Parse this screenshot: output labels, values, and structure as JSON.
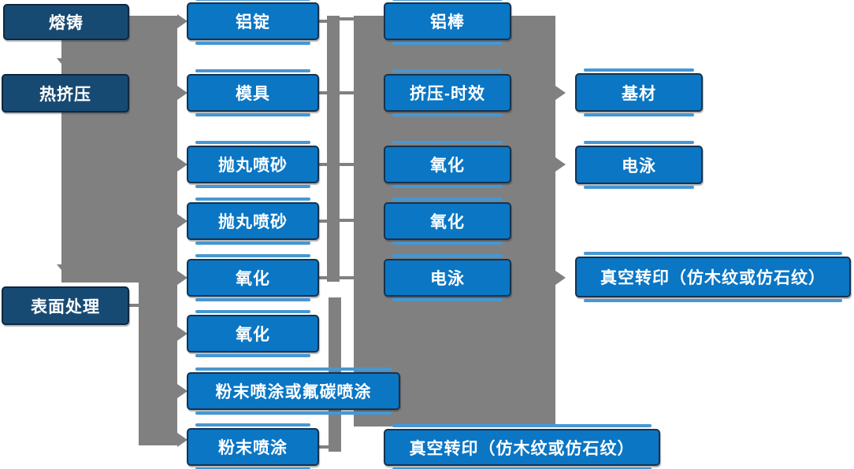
{
  "colors": {
    "dark_node": "#174a73",
    "dark_node_border": "#0d2740",
    "light_node": "#0a76c4",
    "light_node_border": "#16324f",
    "accent_strip": "#4697d3",
    "connector": "#808080",
    "node_text": "#ffffff",
    "canvas_bg": "#ffffff"
  },
  "nodes": {
    "melting": {
      "label": "熔铸"
    },
    "hot_extrusion": {
      "label": "热挤压"
    },
    "surface_treatment": {
      "label": "表面处理"
    },
    "aluminum_ingot": {
      "label": "铝锭"
    },
    "mold": {
      "label": "模具"
    },
    "shot_blasting_1": {
      "label": "抛丸喷砂"
    },
    "shot_blasting_2": {
      "label": "抛丸喷砂"
    },
    "oxidation_1": {
      "label": "氧化"
    },
    "oxidation_2": {
      "label": "氧化"
    },
    "powder_or_fluorocarbon": {
      "label": "粉末喷涂或氟碳喷涂"
    },
    "powder_coating": {
      "label": "粉末喷涂"
    },
    "aluminum_rod": {
      "label": "铝棒"
    },
    "extrusion_aging": {
      "label": "挤压-时效"
    },
    "oxidation_3": {
      "label": "氧化"
    },
    "oxidation_4": {
      "label": "氧化"
    },
    "electrophoresis_1": {
      "label": "电泳"
    },
    "vacuum_transfer_1": {
      "label": "真空转印（仿木纹或仿石纹）"
    },
    "substrate": {
      "label": "基材"
    },
    "electrophoresis_2": {
      "label": "电泳"
    },
    "vacuum_transfer_2": {
      "label": "真空转印（仿木纹或仿石纹）"
    }
  }
}
